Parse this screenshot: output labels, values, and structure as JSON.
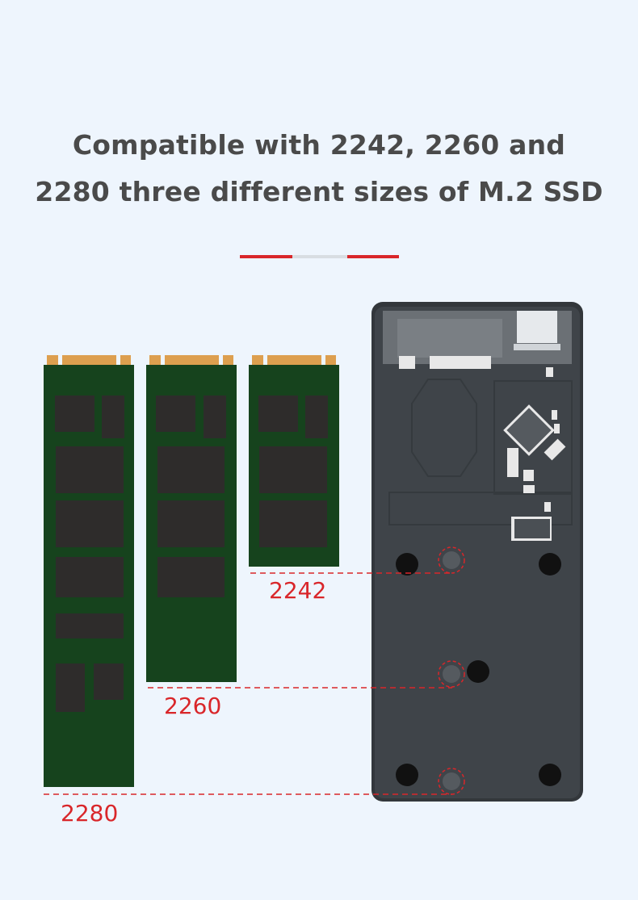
{
  "heading": {
    "line1": "Compatible with 2242, 2260 and",
    "line2": "2280 three different sizes of M.2 SSD"
  },
  "sizes": [
    {
      "label": "2242"
    },
    {
      "label": "2260"
    },
    {
      "label": "2280"
    }
  ],
  "colors": {
    "background": "#eef5fd",
    "accent": "#d9262a",
    "pcb": "#16431d",
    "chip": "#2e2c2b",
    "connector": "#dd9f4f",
    "enclosure": "#3f4449"
  }
}
